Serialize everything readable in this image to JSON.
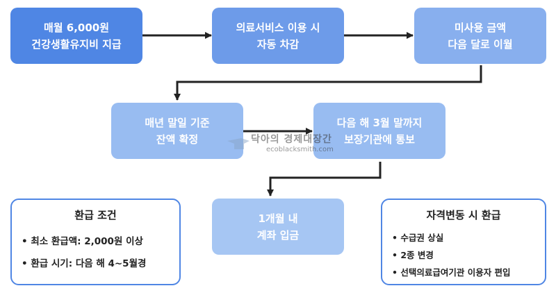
{
  "flow": {
    "step1": [
      "매월 6,000원",
      "건강생활유지비 지급"
    ],
    "step2": [
      "의료서비스 이용 시",
      "자동 차감"
    ],
    "step3": [
      "미사용 금액",
      "다음 달로 이월"
    ],
    "step4": [
      "매년 말일 기준",
      "잔액 확정"
    ],
    "step5": [
      "다음 해 3월 말까지",
      "보장기관에 통보"
    ],
    "step6": [
      "1개월 내",
      "계좌 입금"
    ]
  },
  "refund_conditions": {
    "title": "환급 조건",
    "items": [
      "최소 환급액: 2,000원 이상",
      "환급 시기: 다음 해 4~5월경"
    ]
  },
  "status_change": {
    "title": "자격변동 시 환급",
    "items": [
      "수급권 상실",
      "2종 변경",
      "선택의료급여기관 이용자 편입"
    ]
  },
  "watermark": {
    "title": "닥아의 경제대장간",
    "url": "ecoblacksmith.com"
  },
  "colors": {
    "primary": "#4f86e4",
    "arrow": "#222222",
    "text": "#222222"
  }
}
